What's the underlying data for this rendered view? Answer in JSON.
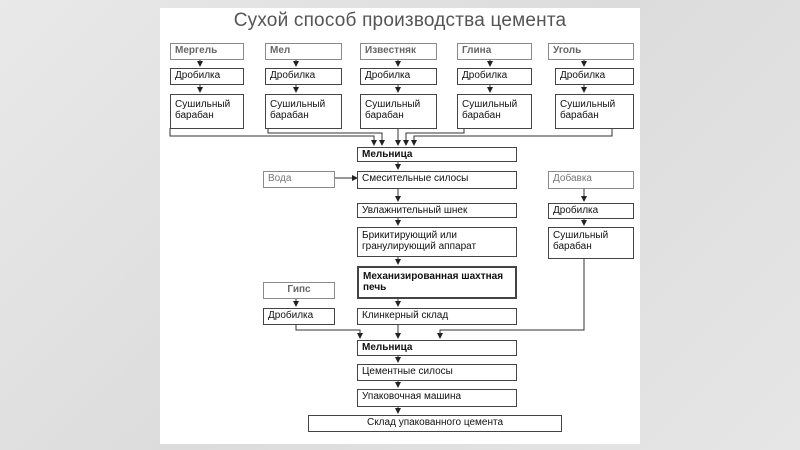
{
  "title": "Сухой способ производства цемента",
  "raw_materials": [
    "Мергель",
    "Мел",
    "Известняк",
    "Глина",
    "Уголь"
  ],
  "crusher": "Дробилка",
  "dryer": "Сушильный барабан",
  "mill": "Мельница",
  "water": "Вода",
  "mixing_silos": "Смесительные силосы",
  "additive": "Добавка",
  "humidifier": "Увлажнительный шнек",
  "briquetting": "Брикитирующий или гранулирующий аппарат",
  "kiln": "Механизированная шахтная печь",
  "gypsum": "Гипс",
  "clinker_warehouse": "Клинкерный склад",
  "cement_silos": "Цементные силосы",
  "packing_machine": "Упаковочная машина",
  "packed_warehouse": "Склад упакованного цемента"
}
